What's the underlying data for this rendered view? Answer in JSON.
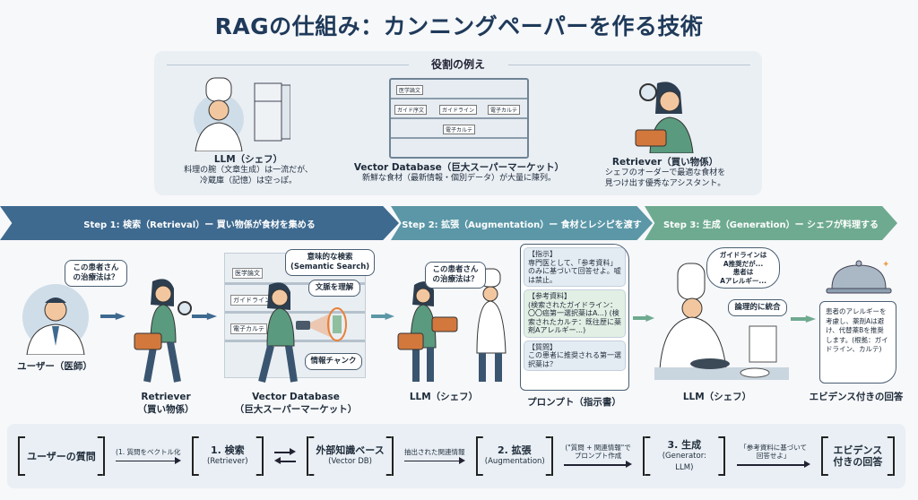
{
  "title": "RAGの仕組み：カンニングペーパーを作る技術",
  "roles": {
    "heading": "役割の例え",
    "items": [
      {
        "name": "LLM（シェフ）",
        "desc": [
          "料理の腕（文章生成）は一流だが、",
          "冷蔵庫（記憶）は空っぽ。"
        ]
      },
      {
        "name": "Vector Database（巨大スーパーマーケット）",
        "desc": [
          "新鮮な食材（最新情報・個別データ）が大量に陳列。"
        ]
      },
      {
        "name": "Retriever（買い物係）",
        "desc": [
          "シェフのオーダーで最適な食材を",
          "見つけ出す優秀なアシスタント。"
        ]
      }
    ],
    "shelf_labels": [
      "医学論文",
      "ガイド序文",
      "ガイドライン",
      "電子カルテ",
      "電子カルテ"
    ]
  },
  "steps": [
    {
      "label": "Step 1: 検索（Retrieval）ー 買い物係が食材を集める",
      "color": "#3e6a8f"
    },
    {
      "label": "Step 2: 拡張（Augmentation）ー 食材とレシピを渡す",
      "color": "#5b97a7"
    },
    {
      "label": "Step 3: 生成（Generation）ー シェフが料理する",
      "color": "#6eaa90"
    }
  ],
  "scene": {
    "user": {
      "bubble": "この患者さんの治療法は？",
      "label": "ユーザー（医師）"
    },
    "retriever": {
      "label": [
        "Retriever",
        "（買い物係）"
      ]
    },
    "vectordb": {
      "label": [
        "Vector Database",
        "（巨大スーパーマーケット）"
      ],
      "shelf_labels": [
        "医学論文",
        "ガイドライン",
        "電子カルテ"
      ],
      "bubble_semantic": [
        "意味的な検索",
        "(Semantic Search)"
      ],
      "bubble_context": "文脈を理解",
      "bubble_chunk": "情報チャンク"
    },
    "llm1": {
      "bubble": [
        "この患者さん",
        "の治療法は？"
      ],
      "label": "LLM（シェフ）"
    },
    "prompt": {
      "label": "プロンプト（指示書）",
      "sections": [
        {
          "head": "【指示】",
          "body": "専門医として、「参考資料」のみに基づいて回答せよ。嘘は禁止。"
        },
        {
          "head": "【参考資料】",
          "body": "(検索されたガイドライン：〇〇癌第一選択薬はA...) (検索されたカルテ：既往歴に薬剤Aアレルギー...)"
        },
        {
          "head": "【質問】",
          "body": "この患者に推奨される第一選択薬は？"
        }
      ]
    },
    "llm2": {
      "thought": [
        "ガイドラインは",
        "A推奨だが...",
        "患者は",
        "Aアレルギー..."
      ],
      "bubble": "論理的に統合",
      "label": "LLM（シェフ）"
    },
    "answer": {
      "body": "患者のアレルギーを考慮し、薬剤Aは避け、代替薬Bを推奨します。(根拠：ガイドライン、カルテ)",
      "label": "エビデンス付きの回答"
    }
  },
  "flow": {
    "nodes": [
      {
        "title": "ユーザーの質問",
        "sub": ""
      },
      {
        "title": "1. 検索",
        "sub": "(Retriever)"
      },
      {
        "title": "外部知識ベース",
        "sub": "(Vector DB)"
      },
      {
        "title": "2. 拡張",
        "sub": "(Augmentation)"
      },
      {
        "title": "3. 生成",
        "sub": "(Generator: LLM)"
      },
      {
        "title": "エビデンス付きの回答",
        "sub": ""
      }
    ],
    "edges": [
      "(1. 質問をベクトル化",
      "",
      "抽出された関連情報",
      "(\"質問 + 関連情報\"でプロンプト作成",
      "「参考資料に基づいて回答せよ」"
    ]
  }
}
